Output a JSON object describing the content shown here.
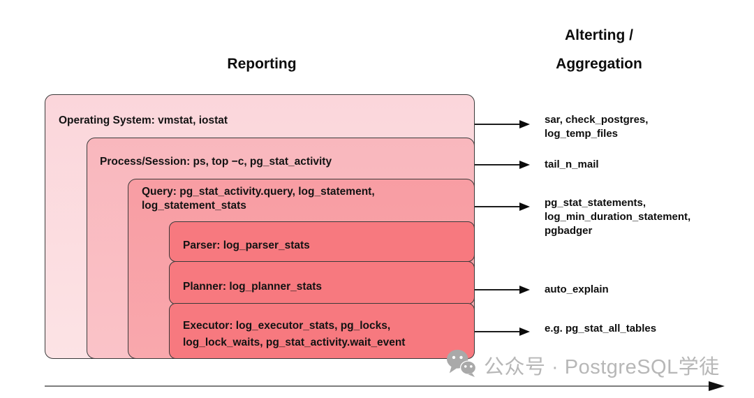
{
  "titles": {
    "reporting": "Reporting",
    "alerting_line1": "Alterting /",
    "alerting_line2": "Aggregation"
  },
  "layers": {
    "os": {
      "label": "Operating System: vmstat, iostat"
    },
    "process": {
      "label": "Process/Session: ps, top −c, pg_stat_activity"
    },
    "query": {
      "line1": "Query: pg_stat_activity.query, log_statement,",
      "line2": "log_statement_stats"
    },
    "parser": {
      "label": "Parser: log_parser_stats"
    },
    "planner": {
      "label": "Planner: log_planner_stats"
    },
    "executor": {
      "line1": "Executor: log_executor_stats, pg_locks,",
      "line2": "log_lock_waits, pg_stat_activity.wait_event"
    }
  },
  "tools": {
    "os": {
      "line1": "sar, check_postgres,",
      "line2": "log_temp_files"
    },
    "process": {
      "line1": "tail_n_mail"
    },
    "query": {
      "line1": "pg_stat_statements,",
      "line2": "log_min_duration_statement,",
      "line3": "pgbadger"
    },
    "planner": {
      "line1": "auto_explain"
    },
    "executor": {
      "line1": "e.g. pg_stat_all_tables"
    }
  },
  "watermark": {
    "text": "公众号 · PostgreSQL学徒"
  },
  "colors": {
    "layer_os": "#fbdce0",
    "layer_process": "#f9bcc2",
    "layer_query": "#f8a2a8",
    "layer_engine": "#f7797f",
    "box_border": "#3a3a3a",
    "arrow": "#0b0b0b",
    "axis_line": "#7d7d7d",
    "watermark_gray": "#b7b7b7"
  }
}
